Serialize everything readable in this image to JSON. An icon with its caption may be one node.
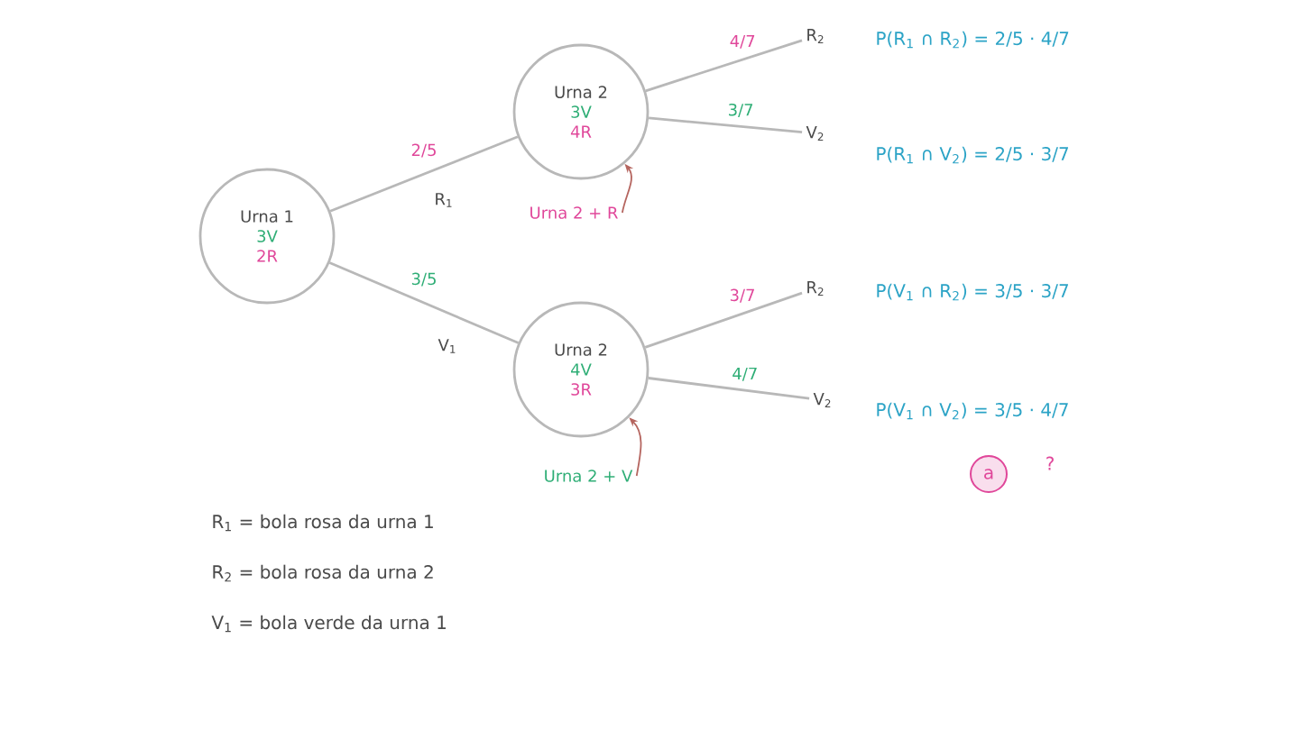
{
  "diagram": {
    "nodes": [
      {
        "text": [
          "Urna 1",
          "3V",
          "2R"
        ]
      },
      {
        "text": [
          "Urna 2",
          "3V",
          "4R"
        ]
      },
      {
        "text": [
          "Urna 2 + R"
        ]
      },
      {
        "text": [
          "R$_{2}$"
        ]
      },
      {
        "text": [
          "V$_{2}$"
        ]
      },
      {
        "text": [
          "Urna 2",
          "4V",
          "3R"
        ]
      },
      {
        "text": [
          "Urna 2 + V"
        ]
      },
      {
        "text": [
          "R$_{2}$"
        ]
      },
      {
        "text": [
          "V$_{2}$"
        ]
      }
    ],
    "edges": [
      {
        "from": 0,
        "to": 1,
        "arrow": "none",
        "label": "2/5"
      },
      {
        "from": 0,
        "to": 5,
        "arrow": "none",
        "label": "3/5"
      },
      {
        "from": 1,
        "to": 3,
        "arrow": "none",
        "label": "4/7"
      },
      {
        "from": 1,
        "to": 4,
        "arrow": "none",
        "label": "3/7"
      },
      {
        "from": 2,
        "to": 1,
        "arrow": "to",
        "color": "#b5655f"
      },
      {
        "from": 5,
        "to": 7,
        "arrow": "none",
        "label": "3/7"
      },
      {
        "from": 5,
        "to": 8,
        "arrow": "none",
        "label": "4/7"
      },
      {
        "from": 6,
        "to": 5,
        "arrow": "to",
        "color": "#b5655f"
      }
    ],
    "labels": [
      "P(R$_{1}$ ∩ R$_{2}$) = 2/5 · 4/7",
      "P(R$_{1}$ ∩ V$_{2}$) = 2/5 · 3/7",
      "R$_{1}$",
      "P(V$_{1}$ ∩ R$_{2}$) = 3/5 · 3/7",
      "V$_{1}$",
      "P(V$_{1}$ ∩ V$_{2}$) = 3/5 · 4/7",
      "a",
      "?",
      "R$_{1}$ = bola rosa da urna 1",
      "R$_{2}$ = bola rosa da urna 2",
      "V$_{1}$ = bola verde da urna 1"
    ]
  }
}
